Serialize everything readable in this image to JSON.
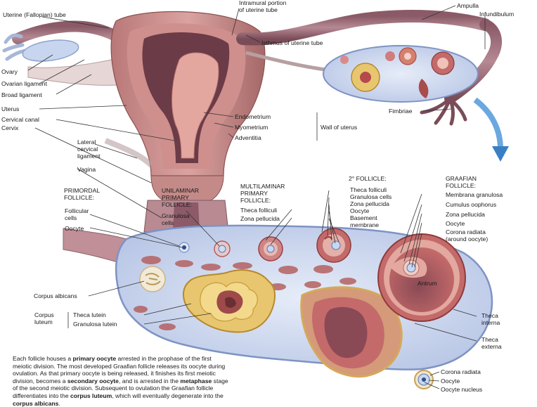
{
  "top_labels": {
    "uterine_tube": "Uterine (Fallopian) tube",
    "intramural_line1": "Intramural portion",
    "intramural_line2": "of uterine tube",
    "ampulla": "Ampulla",
    "infundibulum": "Infundibulum",
    "isthmus": "Isthmus of uterine tube",
    "ovary": "Ovary",
    "ovarian_ligament": "Ovarian ligament",
    "broad_ligament": "Broad ligament",
    "uterus": "Uterus",
    "cervical_canal": "Cervical canal",
    "cervix": "Cervix",
    "lateral_cervical_line1": "Lateral",
    "lateral_cervical_line2": "cervical",
    "lateral_cervical_line3": "ligament",
    "vagina": "Vagina",
    "endometrium": "Endometrium",
    "myometrium": "Myometrium",
    "adventitia": "Adventitia",
    "wall_of_uterus": "Wall of uterus",
    "fimbriae": "Fimbriae"
  },
  "follicle_headers": {
    "primordial_line1": "PRIMORDAL",
    "primordial_line2": "FOLLICLE:",
    "unilaminar_line1": "UNILAMINAR",
    "unilaminar_line2": "PRIMARY",
    "unilaminar_line3": "FOLLICLE:",
    "multilaminar_line1": "MULTILAMINAR",
    "multilaminar_line2": "PRIMARY",
    "multilaminar_line3": "FOLLICLE:",
    "secondary": "2° FOLLICLE:",
    "graafian_line1": "GRAAFIAN",
    "graafian_line2": "FOLLICLE:"
  },
  "ovary_labels": {
    "follicular_cells_line1": "Follicular",
    "follicular_cells_line2": "cells",
    "oocyte_left": "Oocyte",
    "granulosa_cells_line1": "Granulosa",
    "granulosa_cells_line2": "cells",
    "theca_folliculi_multi": "Theca folliculi",
    "zona_pellucida_multi": "Zona pellucida",
    "theca_folliculi_2": "Theca folliculi",
    "granulosa_cells_2": "Granulosa cells",
    "zona_pellucida_2": "Zona pellucida",
    "oocyte_2": "Oocyte",
    "basement_line1": "Basement",
    "basement_line2": "membrane",
    "membrana_granulosa": "Membrana granulosa",
    "cumulus_oophorus": "Cumulus oophorus",
    "zona_pellucida_g": "Zona pellucida",
    "oocyte_g": "Oocyte",
    "corona_radiata_g_line1": "Corona radiata",
    "corona_radiata_g_line2": "(around oocyte)",
    "antrum": "Antrum",
    "corpus_albicans": "Corpus albicans",
    "corpus_line1": "Corpus",
    "corpus_line2": "luteum",
    "theca_lutein": "Theca lutein",
    "granulosa_lutein": "Granulosa lutein",
    "theca_interna_line1": "Theca",
    "theca_interna_line2": "interna",
    "theca_externa_line1": "Theca",
    "theca_externa_line2": "externa",
    "corona_radiata": "Corona radiata",
    "oocyte_bottom": "Oocyte",
    "oocyte_nucleus": "Oocyte nucleus"
  },
  "caption": {
    "t1": "Each follicle houses a ",
    "b1": "primary oocyte",
    "t2": " arrested in the prophase of the first meiotic division. The most developed Graafian follicle releases its oocyte during ovulation. As that primary oocyte is being released, it finishes its first meiotic division, becomes a ",
    "b2": "secondary oocyte",
    "t3": ", and is arrested in the ",
    "b3": "metaphase",
    "t4": " stage of the second meiotic division. Subsequent to ovulation the Graafian follicle differentiates into the ",
    "b4": "corpus luteum",
    "t5": ", which will eventually degenerate into the ",
    "b5": "corpus albicans",
    "t6": "."
  },
  "colors": {
    "uterus_wall": "#c98a8a",
    "uterus_dark": "#6b3b48",
    "endometrium": "#d98a8a",
    "ovary_body": "#c7d4ee",
    "ovary_border": "#7e93c4",
    "follicle_red": "#b44a4a",
    "corpus_luteum": "#e8c670",
    "arrow_blue": "#3a7fc4"
  }
}
